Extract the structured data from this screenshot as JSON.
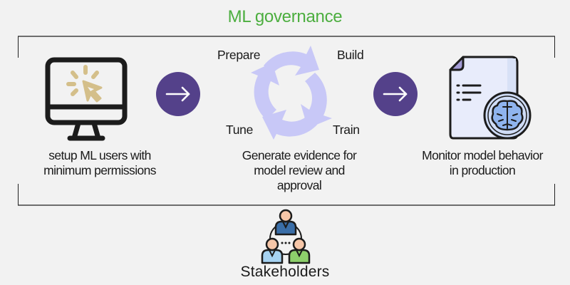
{
  "title": "ML governance",
  "colors": {
    "title": "#4cae3f",
    "arrow_circle": "#54418a",
    "cycle": "#c8c8f7",
    "cursor_accent": "#d4bf8a",
    "brain": "#8fb4ee"
  },
  "steps": [
    {
      "icon": "monitor-click-icon",
      "caption_lines": [
        "setup ML users with",
        "minimum permissions"
      ]
    },
    {
      "icon": "cycle-arrows-icon",
      "cycle_labels": {
        "top_left": "Prepare",
        "top_right": "Build",
        "bottom_right": "Train",
        "bottom_left": "Tune"
      },
      "caption_lines": [
        "Generate evidence for",
        "model review and",
        "approval"
      ]
    },
    {
      "icon": "document-brain-icon",
      "caption_lines": [
        "Monitor model behavior",
        "in production"
      ]
    }
  ],
  "connectors": [
    {
      "icon": "arrow-right-icon"
    },
    {
      "icon": "arrow-right-icon"
    }
  ],
  "stakeholders": {
    "icon": "stakeholders-icon",
    "label": "Stakeholders"
  }
}
